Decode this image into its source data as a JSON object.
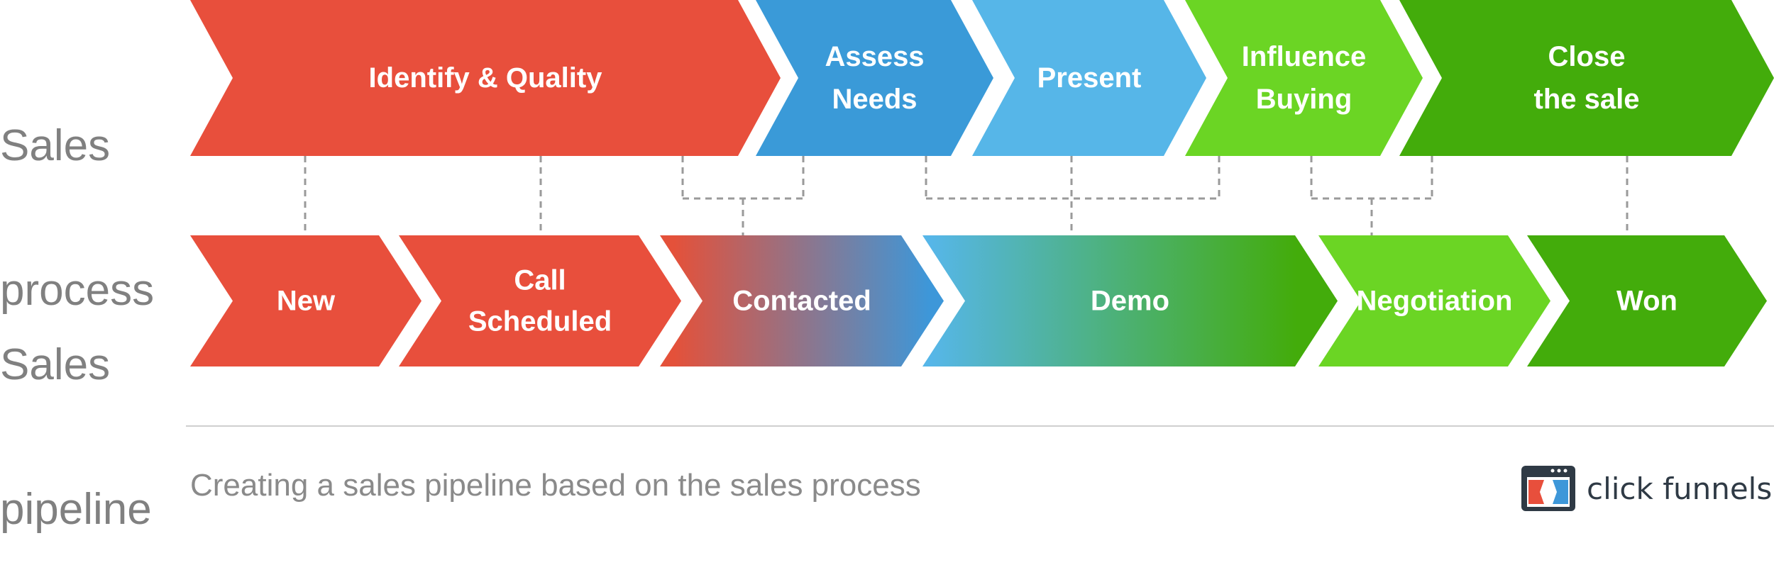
{
  "rows": {
    "process_label": [
      "Sales",
      "process"
    ],
    "pipeline_label": [
      "Sales",
      "pipeline"
    ]
  },
  "process_stages": [
    {
      "lines": [
        "Identify & Quality"
      ],
      "color": "#e84f3c"
    },
    {
      "lines": [
        "Assess",
        "Needs"
      ],
      "color": "#3a9ad8"
    },
    {
      "lines": [
        "Present"
      ],
      "color": "#56b6e8"
    },
    {
      "lines": [
        "Influence",
        "Buying"
      ],
      "color": "#6bd524"
    },
    {
      "lines": [
        "Close",
        "the sale"
      ],
      "color": "#43ac0b"
    }
  ],
  "pipeline_stages": [
    {
      "lines": [
        "New"
      ],
      "color": "#e84f3c"
    },
    {
      "lines": [
        "Call",
        "Scheduled"
      ],
      "color": "#e84f3c"
    },
    {
      "lines": [
        "Contacted"
      ],
      "gradient": [
        "#e4513a",
        "#3d97d9"
      ]
    },
    {
      "lines": [
        "Demo"
      ],
      "gradient": [
        "#56b6e8",
        "#43ac0b"
      ]
    },
    {
      "lines": [
        "Negotiation"
      ],
      "color": "#6bd524"
    },
    {
      "lines": [
        "Won"
      ],
      "color": "#43ac0b"
    }
  ],
  "colors": {
    "connector": "#9a9a9a",
    "separator": "#cfcfcf",
    "label_gray": "#808080",
    "stage_text": "#ffffff"
  },
  "caption": "Creating a sales pipeline based on the sales process",
  "brand": {
    "name": "click funnels",
    "logo_icon": "clickfunnels-logo-icon",
    "logo_colors": [
      "#2f3a45",
      "#e84f3c",
      "#3d97d9",
      "#ffffff"
    ]
  }
}
